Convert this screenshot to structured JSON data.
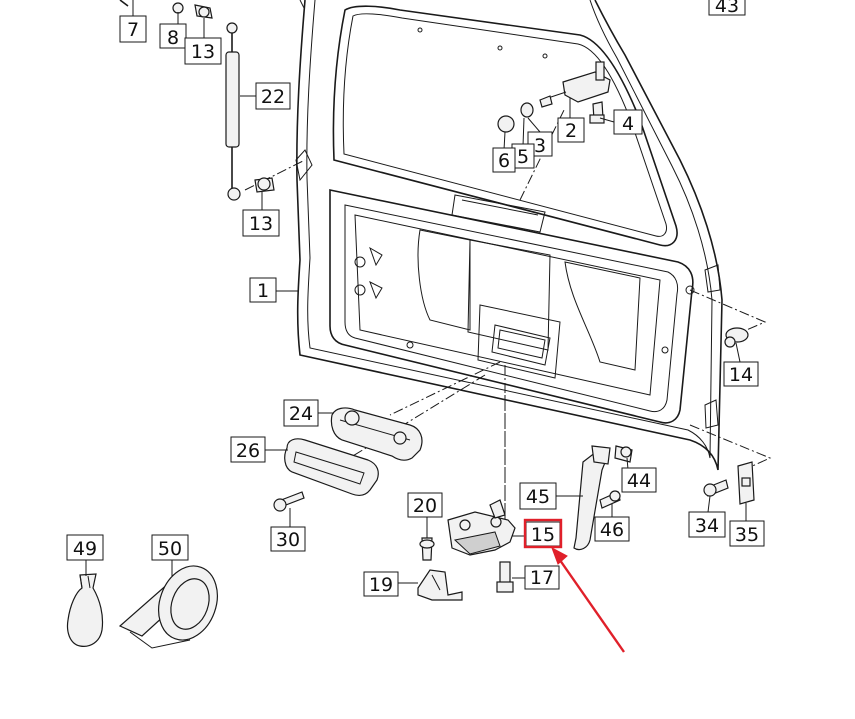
{
  "diagram": {
    "callouts": [
      {
        "id": "label-7",
        "text": "7"
      },
      {
        "id": "label-8",
        "text": "8"
      },
      {
        "id": "label-13-top",
        "text": "13"
      },
      {
        "id": "label-43",
        "text": "43"
      },
      {
        "id": "label-22",
        "text": "22"
      },
      {
        "id": "label-2",
        "text": "2"
      },
      {
        "id": "label-4",
        "text": "4"
      },
      {
        "id": "label-3",
        "text": "3"
      },
      {
        "id": "label-5",
        "text": "5"
      },
      {
        "id": "label-6",
        "text": "6"
      },
      {
        "id": "label-13-mid",
        "text": "13"
      },
      {
        "id": "label-1",
        "text": "1"
      },
      {
        "id": "label-14",
        "text": "14"
      },
      {
        "id": "label-24",
        "text": "24"
      },
      {
        "id": "label-26",
        "text": "26"
      },
      {
        "id": "label-44",
        "text": "44"
      },
      {
        "id": "label-45",
        "text": "45"
      },
      {
        "id": "label-46",
        "text": "46"
      },
      {
        "id": "label-34",
        "text": "34"
      },
      {
        "id": "label-35",
        "text": "35"
      },
      {
        "id": "label-30",
        "text": "30"
      },
      {
        "id": "label-20",
        "text": "20"
      },
      {
        "id": "label-15",
        "text": "15"
      },
      {
        "id": "label-17",
        "text": "17"
      },
      {
        "id": "label-19",
        "text": "19"
      },
      {
        "id": "label-49",
        "text": "49"
      },
      {
        "id": "label-50",
        "text": "50"
      }
    ],
    "highlight": {
      "target": "15",
      "color": "#e0202a"
    }
  }
}
